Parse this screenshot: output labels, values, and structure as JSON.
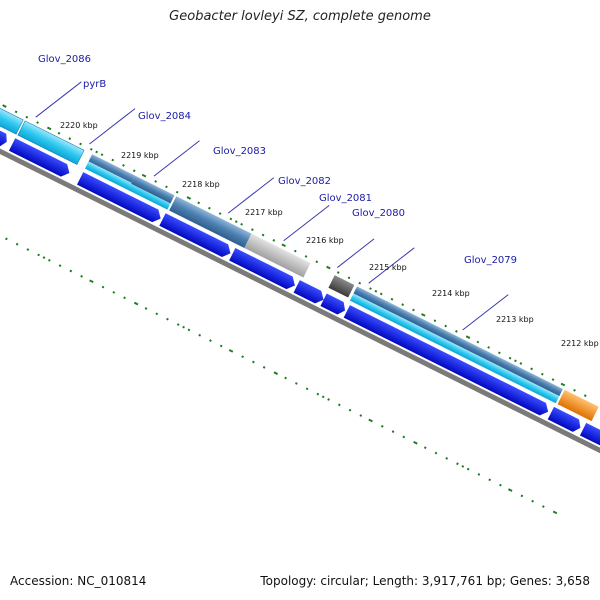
{
  "title": "Geobacter lovleyi SZ, complete genome",
  "footer": {
    "accession": "Accession: NC_010814",
    "topology": "Topology: circular; Length: 3,917,761 bp; Genes: 3,658"
  },
  "gene_labels": [
    "Glov_2086",
    "pyrB",
    "Glov_2084",
    "Glov_2083",
    "Glov_2082",
    "Glov_2081",
    "Glov_2080",
    "Glov_2079"
  ],
  "kbp_labels": [
    "2220 kbp",
    "2219 kbp",
    "2218 kbp",
    "2217 kbp",
    "2216 kbp",
    "2215 kbp",
    "2214 kbp",
    "2213 kbp",
    "2212 kbp"
  ],
  "colors": {
    "cds_blue": "#0a14e6",
    "cds_cyan": "#2ec8f0",
    "cds_steel": "#4a7fb0",
    "cds_gray": "#bcbcbc",
    "cds_dark": "#555555",
    "cds_orange": "#f08a14",
    "backbone": "#7a7a7a",
    "tick_green": "#1a7a1a",
    "label_blue": "#1a1aa8"
  }
}
